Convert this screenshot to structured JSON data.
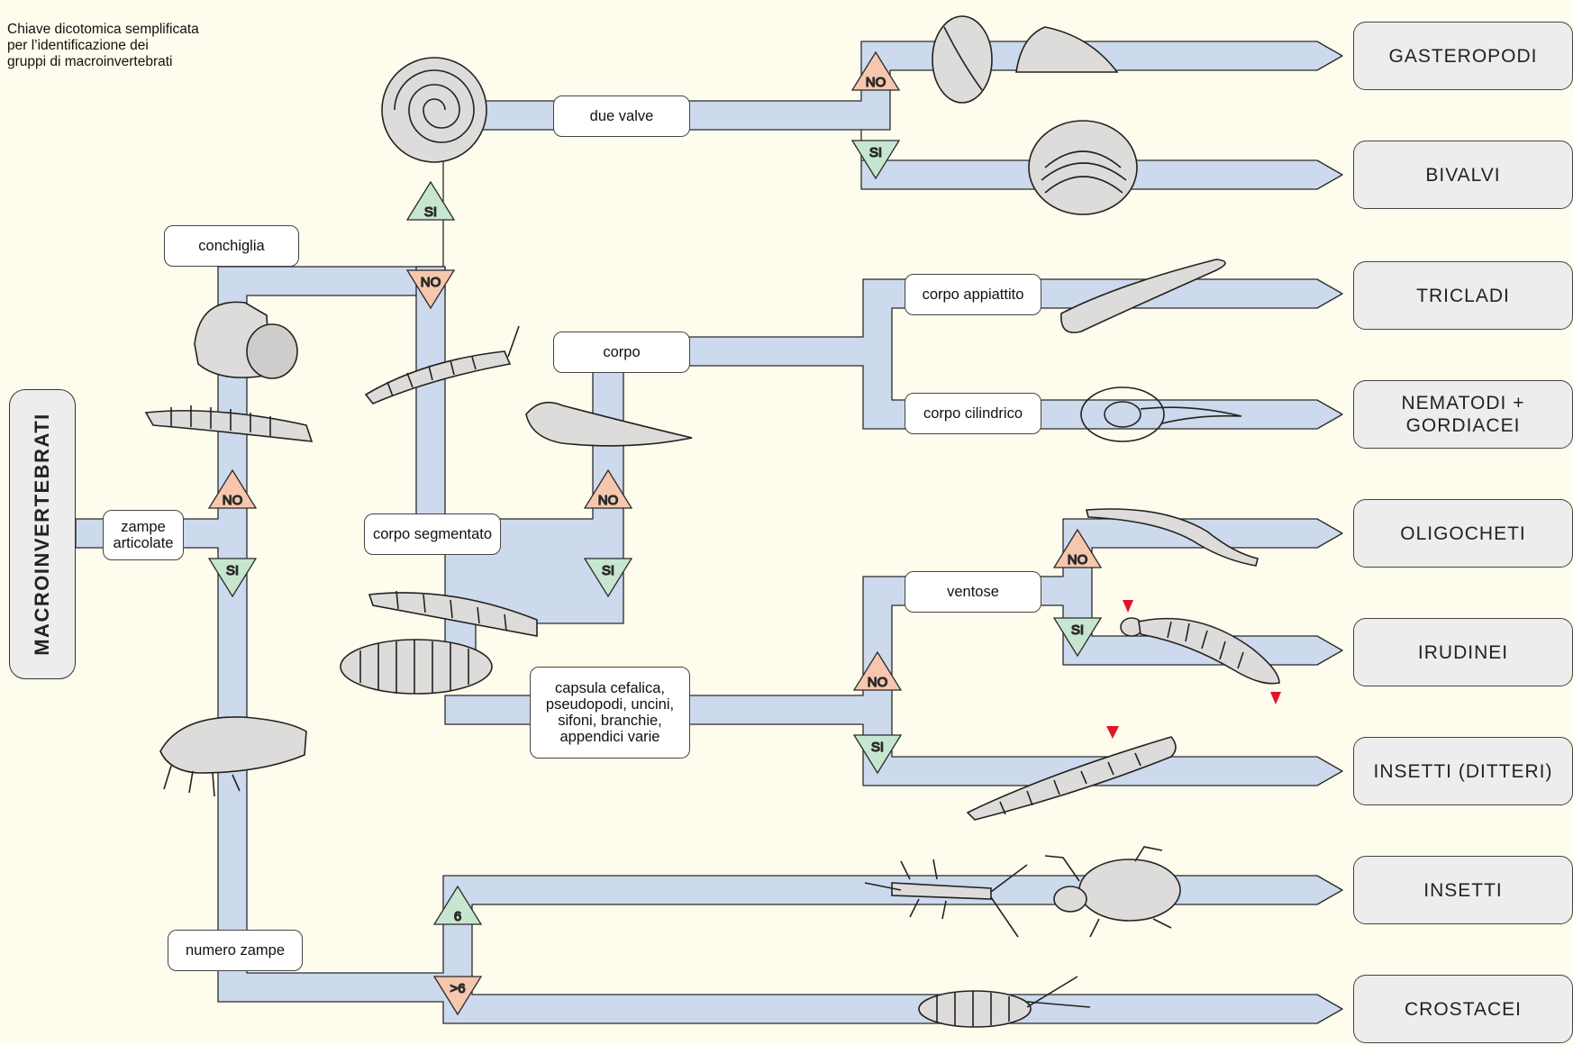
{
  "intro": {
    "line1": "Chiave dicotomica semplificata",
    "line2": "per l’identificazione dei",
    "line3": "gruppi di macroinvertebrati"
  },
  "root": "MACROINVERTEBRATI",
  "nodes": {
    "zampe": "zampe\narticolate",
    "conchiglia": "conchiglia",
    "due_valve": "due valve",
    "corpo_segmentato": "corpo segmentato",
    "corpo": "corpo",
    "corpo_appiattito": "corpo appiattito",
    "corpo_cilindrico": "corpo cilindrico",
    "capsula": "capsula cefalica,\npseudopodi, uncini,\nsifoni, branchie,\nappendici varie",
    "ventose": "ventose",
    "numero_zampe": "numero zampe"
  },
  "answers": {
    "yes": "SI",
    "no": "NO",
    "six": "6",
    "more_six": ">6"
  },
  "results": [
    "GASTEROPODI",
    "BIVALVI",
    "TRICLADI",
    "NEMATODI +\nGORDIACEI",
    "OLIGOCHETI",
    "IRUDINEI",
    "INSETTI (DITTERI)",
    "INSETTI",
    "CROSTACEI"
  ],
  "colors": {
    "background": "#FEFCEC",
    "path": "#CDD9EC",
    "yes": "#C7E6CF",
    "no": "#F6C7AE",
    "result_box": "#EDEDED",
    "marker": "#E0142B"
  }
}
